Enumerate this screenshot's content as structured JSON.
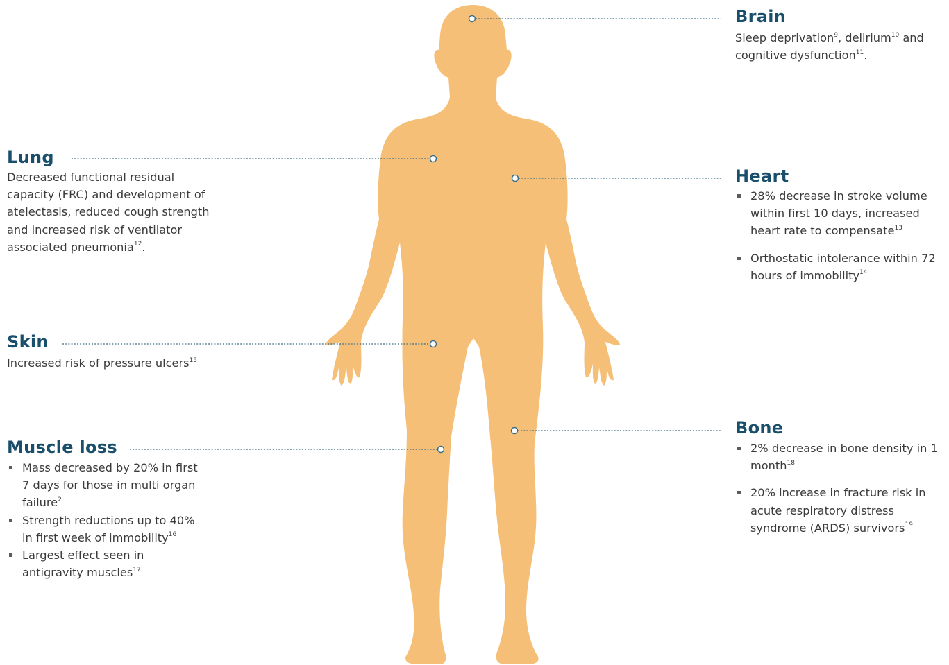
{
  "colors": {
    "body": "#f6bf78",
    "heading": "#1a4f6b",
    "leader": "#3b6e86",
    "text": "#3a3a3a"
  },
  "brain": {
    "title": "Brain",
    "text": [
      {
        "t": "Sleep deprivation"
      },
      {
        "sup": "9"
      },
      {
        "t": ", delirium"
      },
      {
        "sup": "10"
      },
      {
        "t": " and cognitive dysfunction"
      },
      {
        "sup": "11"
      },
      {
        "t": "."
      }
    ]
  },
  "lung": {
    "title": "Lung",
    "text": [
      {
        "t": "Decreased functional residual capacity (FRC) and development of atelectasis, reduced cough strength and increased risk of ventilator associated pneumonia"
      },
      {
        "sup": "12"
      },
      {
        "t": "."
      }
    ]
  },
  "heart": {
    "title": "Heart",
    "items": [
      [
        {
          "t": "28% decrease in stroke volume within first 10 days, increased heart rate to compensate"
        },
        {
          "sup": "13"
        }
      ],
      [
        {
          "t": "Orthostatic intolerance within 72 hours of immobility"
        },
        {
          "sup": "14"
        }
      ]
    ]
  },
  "skin": {
    "title": "Skin",
    "text": [
      {
        "t": "Increased risk of pressure ulcers"
      },
      {
        "sup": "15"
      }
    ]
  },
  "muscle": {
    "title": "Muscle loss",
    "items": [
      [
        {
          "t": "Mass decreased by 20% in first 7 days for those in multi organ failure"
        },
        {
          "sup": "2"
        }
      ],
      [
        {
          "t": "Strength reductions up to 40% in first week of immobility"
        },
        {
          "sup": "16"
        }
      ],
      [
        {
          "t": "Largest effect seen in antigravity muscles"
        },
        {
          "sup": "17"
        }
      ]
    ]
  },
  "bone": {
    "title": "Bone",
    "items": [
      [
        {
          "t": "2% decrease in bone density in 1 month"
        },
        {
          "sup": "18"
        }
      ],
      [
        {
          "t": "20% increase in fracture risk in acute respiratory distress syndrome (ARDS) survivors"
        },
        {
          "sup": "19"
        }
      ]
    ]
  }
}
